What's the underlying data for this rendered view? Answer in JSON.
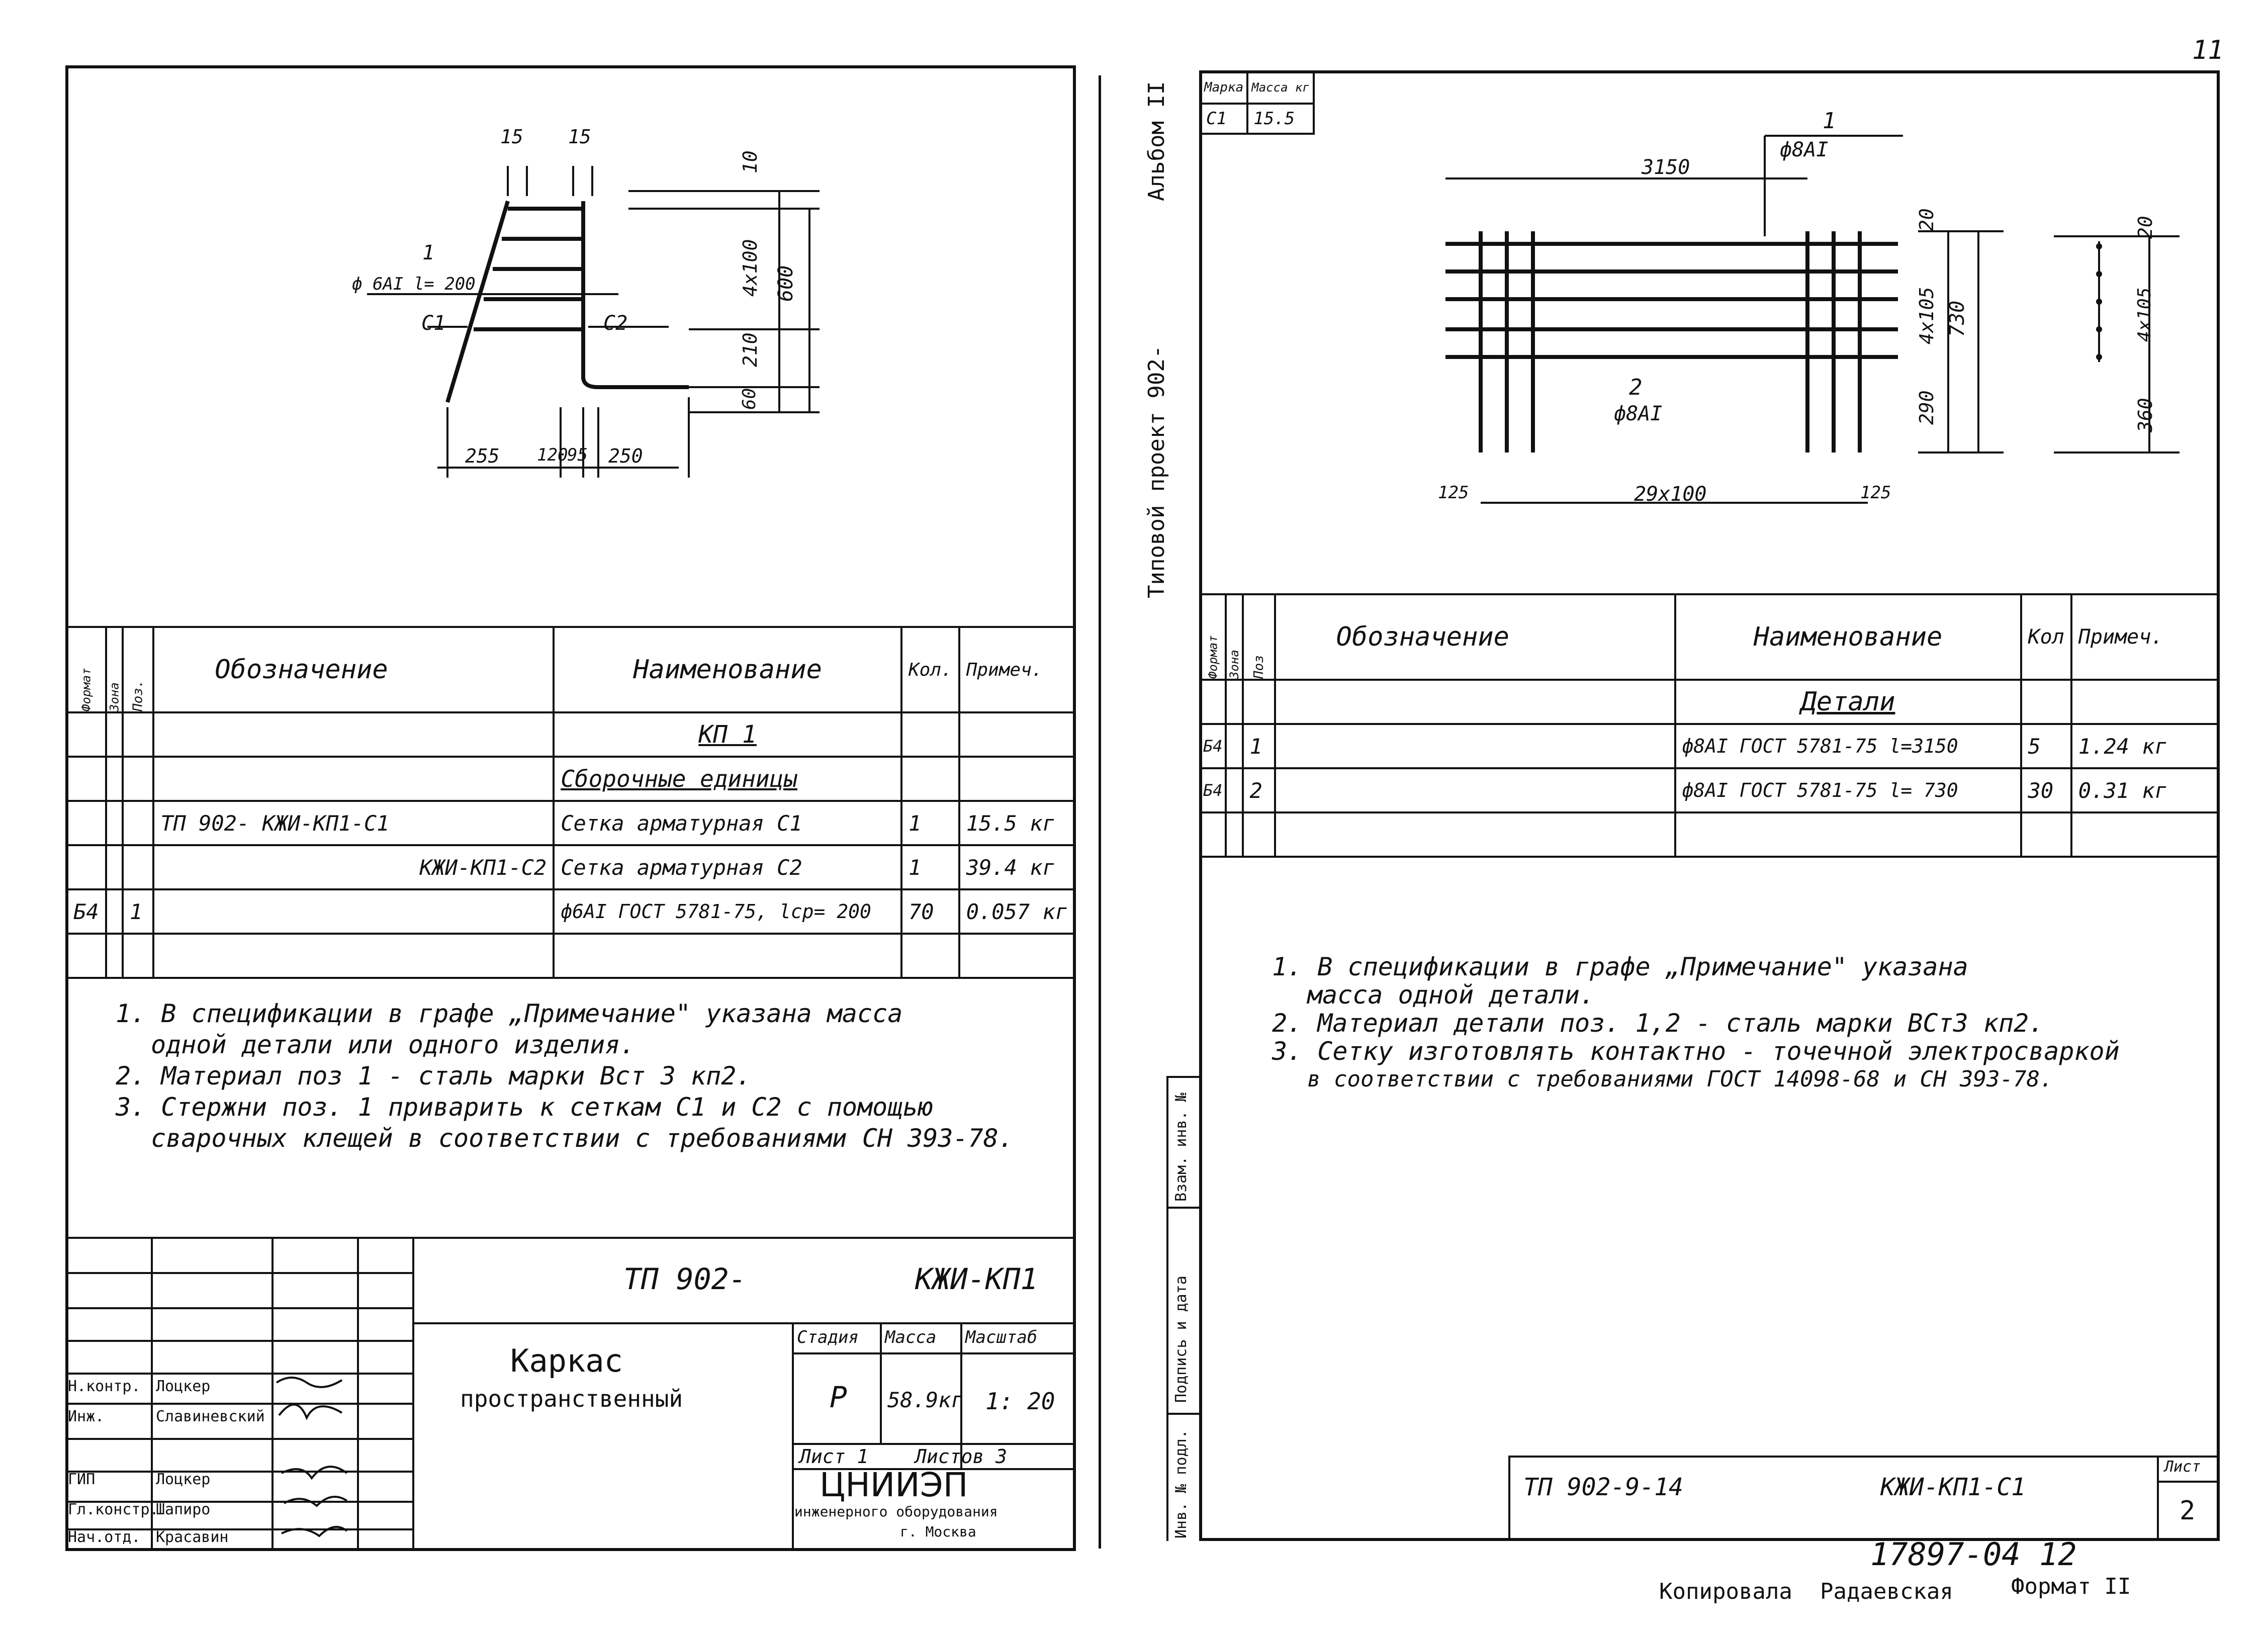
{
  "sheet_number_top": "11",
  "left_sheet": {
    "drawing": {
      "dim_top_a": "15",
      "dim_top_b": "15",
      "dim_pitch": "10",
      "dim_step": "4х100",
      "dim_total": "600",
      "dim_low": "210",
      "dim_bottom": "60",
      "pos_callout": "1",
      "bar_spec": "ф 6AI l= 200",
      "mesh_c1": "C1",
      "mesh_c2": "C2",
      "dims_bottom": [
        "255",
        "120",
        "95",
        "250"
      ]
    },
    "spec": {
      "col_format": "Формат",
      "col_zone": "Зона",
      "col_pos": "Поз.",
      "col_designation": "Обозначение",
      "col_name": "Наименование",
      "col_qty": "Кол.",
      "col_note": "Примеч.",
      "section_kp": "КП 1",
      "section_units": "Сборочные единицы",
      "rows": [
        {
          "format": "",
          "pos": "",
          "designation": "ТП 902-  КЖИ-КП1-С1",
          "name": "Сетка арматурная С1",
          "qty": "1",
          "note": "15.5 кг"
        },
        {
          "format": "",
          "pos": "",
          "designation": "КЖИ-КП1-С2",
          "name": "Сетка арматурная С2",
          "qty": "1",
          "note": "39.4 кг"
        },
        {
          "format": "Б4",
          "pos": "1",
          "designation": "",
          "name": "ф6АI ГОСТ 5781-75, lср= 200",
          "qty": "70",
          "note": "0.057 кг"
        }
      ]
    },
    "notes": [
      "1. В спецификации в графе „Примечание\" указана масса",
      "одной детали или одного изделия.",
      "2. Материал поз 1 - сталь марки Вст 3 кп2.",
      "3. Стержни поз. 1 приварить к сеткам С1 и С2 с помощью",
      "сварочных клещей в соответствии с требованиями СН 393-78."
    ],
    "title_block": {
      "code": "ТП 902-",
      "doc": "КЖИ-КП1",
      "title_line1": "Каркас",
      "title_line2": "пространственный",
      "col_stage": "Стадия",
      "col_mass": "Масса",
      "col_scale": "Масштаб",
      "stage": "Р",
      "mass": "58.9кг",
      "scale": "1: 20",
      "sheet_label": "Лист 1",
      "sheets_label": "Листов 3",
      "org_name": "ЦНИИЭП",
      "org_sub": "инженерного оборудования",
      "org_city": "г. Москва",
      "signers": [
        {
          "role": "Н.контр.",
          "name": "Лоцкер"
        },
        {
          "role": "Инж.",
          "name": "Славиневский"
        },
        {
          "role": "ГИП",
          "name": "Лоцкер"
        },
        {
          "role": "Гл.констр.",
          "name": "Шапиро"
        },
        {
          "role": "Нач.отд.",
          "name": "Красавин"
        }
      ]
    }
  },
  "right_sheet": {
    "side_title": "Типовой проект 902-",
    "side_album": "Альбом II",
    "stamp_headers": [
      "Марка",
      "Масса кг"
    ],
    "stamp_values": [
      "С1",
      "15.5"
    ],
    "drawing": {
      "pos1": "1",
      "pos1_spec": "ф8АI",
      "len_top": "3150",
      "pos2": "2",
      "pos2_spec": "ф8АI",
      "dim_left": "125",
      "dim_span": "29х100",
      "dim_right": "125",
      "dim_v_top": "20",
      "dim_v_step": "4х105",
      "dim_v_total": "730",
      "dim_v_bottom": "290",
      "side_dim_top": "20",
      "side_dim_step": "4х105",
      "side_dim_bottom": "360"
    },
    "spec": {
      "col_format": "Формат",
      "col_zone": "Зона",
      "col_pos": "Поз",
      "col_designation": "Обозначение",
      "col_name": "Наименование",
      "col_qty": "Кол",
      "col_note": "Примеч.",
      "section": "Детали",
      "rows": [
        {
          "format": "Б4",
          "pos": "1",
          "name": "ф8АI ГОСТ 5781-75 l=3150",
          "qty": "5",
          "note": "1.24 кг"
        },
        {
          "format": "Б4",
          "pos": "2",
          "name": "ф8АI ГОСТ 5781-75 l= 730",
          "qty": "30",
          "note": "0.31 кг"
        }
      ]
    },
    "notes": [
      "1. В спецификации в графе „Примечание\" указана",
      "масса одной детали.",
      "2. Материал детали поз. 1,2 - сталь марки ВСт3 кп2.",
      "3. Сетку изготовлять контактно - точечной электросваркой",
      "в соответствии с требованиями ГОСТ 14098-68 и СН 393-78."
    ],
    "left_strip": [
      "Инв. № подл.",
      "Подпись и дата",
      "Взам. инв. №"
    ],
    "title_block": {
      "code": "ТП 902-9-14",
      "doc": "КЖИ-КП1-С1",
      "sheet_label": "Лист",
      "sheet": "2"
    }
  },
  "footer": {
    "archive_no": "17897-04 12",
    "copied": "Копировала",
    "copier": "Радаевская",
    "format": "Формат II"
  }
}
